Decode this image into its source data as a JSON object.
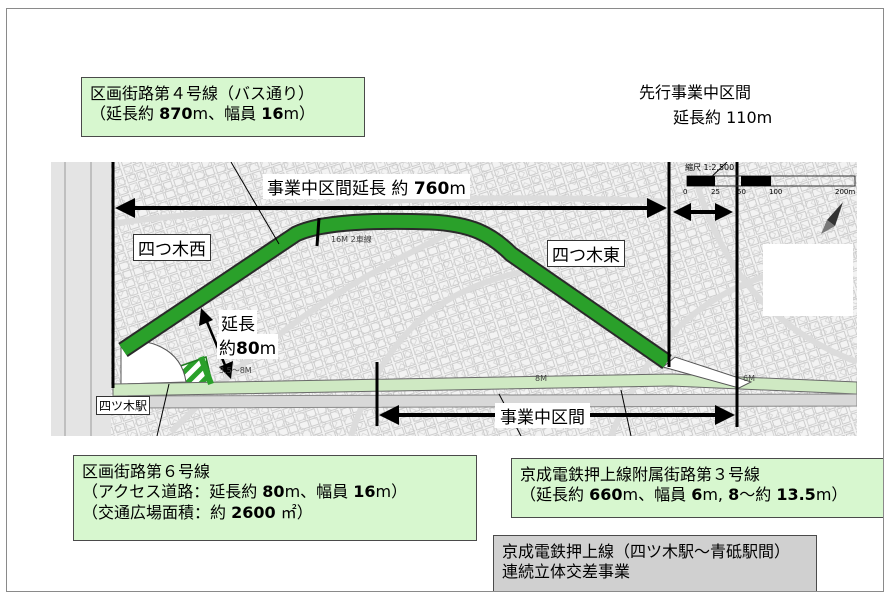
{
  "callouts": {
    "road4": {
      "line1": "区画街路第４号線（バス通り）",
      "line2_pre": "（延長約 ",
      "line2_b1": "870",
      "line2_mid": "m、幅員 ",
      "line2_b2": "16",
      "line2_post": "m）"
    },
    "road6": {
      "line1": "区画街路第６号線",
      "line2_pre": "（アクセス道路：延長約 ",
      "line2_b1": "80",
      "line2_mid": "m、幅員 ",
      "line2_b2": "16",
      "line2_post": "m）",
      "line3_pre": "（交通広場面積：約 ",
      "line3_b": "2600",
      "line3_post": " ㎡）"
    },
    "road3": {
      "line1": "京成電鉄押上線附属街路第３号線",
      "line2_pre": "（延長約 ",
      "line2_b1": "660",
      "line2_mid": "m、幅員 ",
      "line2_b2": "6",
      "line2_mid2": "m, ",
      "line2_b3": "8",
      "line2_mid3": "～約 ",
      "line2_b4": "13.5",
      "line2_post": "m）"
    },
    "project": {
      "line1": "京成電鉄押上線（四ツ木駅～青砥駅間）",
      "line2": "連続立体交差事業"
    }
  },
  "preceding": {
    "title": "先行事業中区間",
    "length": "延長約 110m"
  },
  "labels": {
    "section_length_pre": "事業中区間延長 約 ",
    "section_length_b": "760",
    "section_length_post": "m",
    "section": "事業中区間",
    "yotsugi_west": "四つ木西",
    "yotsugi_east": "四つ木東",
    "access_len_line1": "延長",
    "access_len_line2_pre": "約",
    "access_len_line2_b": "80",
    "access_len_line2_post": "m",
    "station": "四ツ木駅"
  },
  "map_marks": {
    "scale_text": "縮尺 1:2,500",
    "scale_ticks": [
      "0",
      "25",
      "50",
      "100",
      "200m"
    ],
    "road_small_1": "16M 2車線",
    "road_small_2": "8M",
    "road_small_3": "6M",
    "road_small_4": "3.5～8M"
  },
  "colors": {
    "road_green": "#2aa02a",
    "station_green": "#cfe9c3",
    "callout_green": "#d7f7cf",
    "callout_gray": "#d0d0d0"
  }
}
